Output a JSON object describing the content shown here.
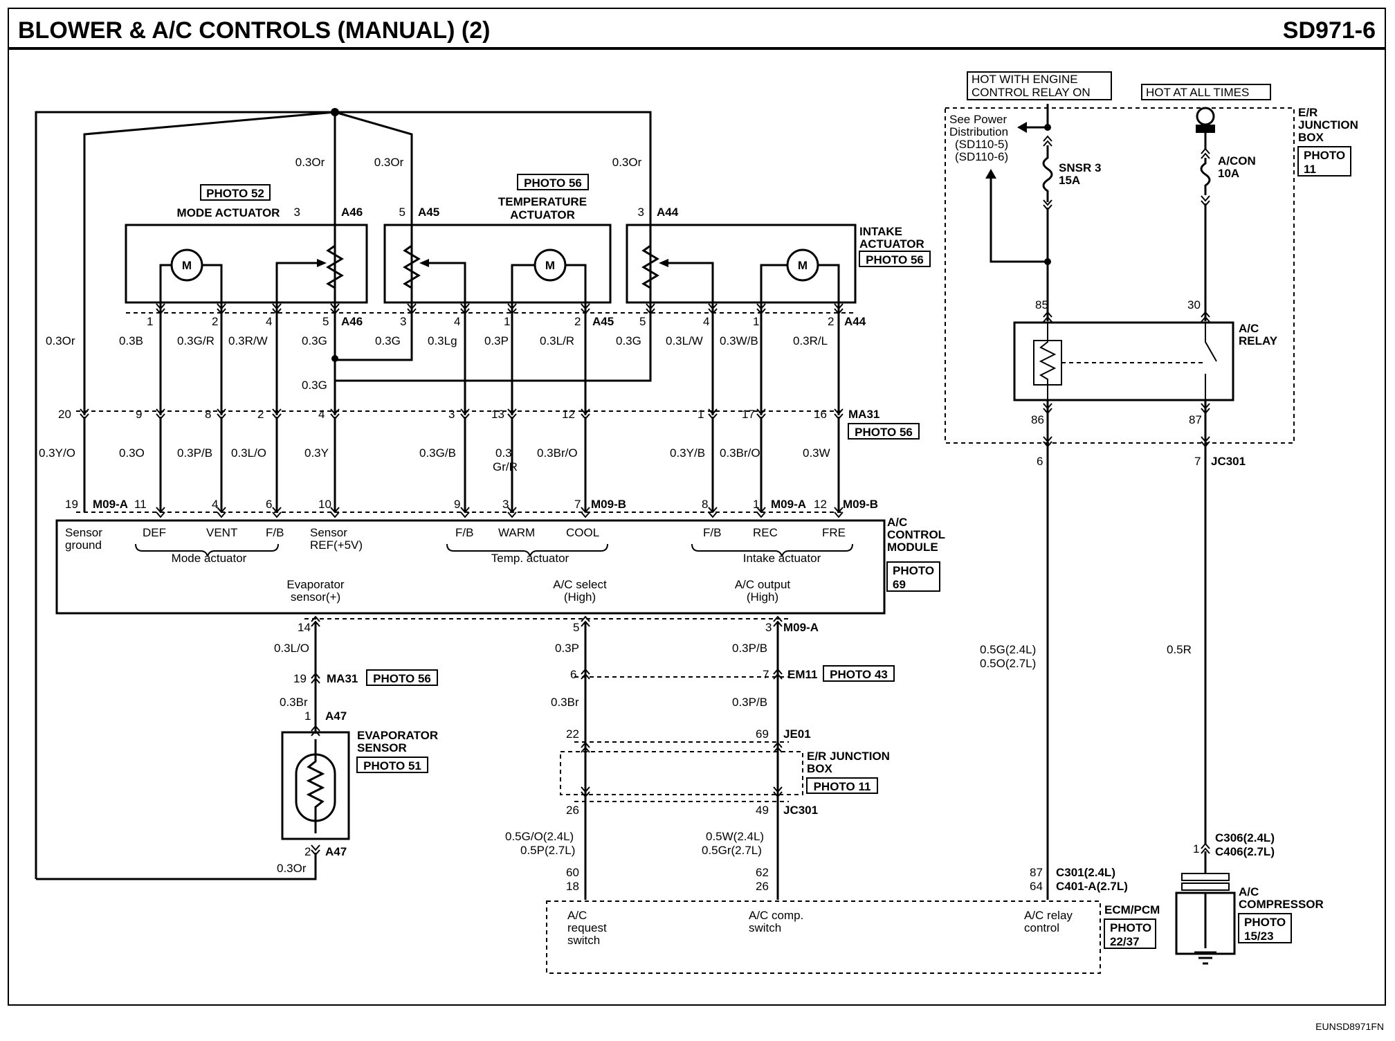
{
  "header": {
    "title": "BLOWER & A/C CONTROLS (MANUAL) (2)",
    "code": "SD971-6"
  },
  "footer": {
    "code": "EUNSD8971FN"
  },
  "power": {
    "hot_engine": "HOT WITH ENGINE CONTROL RELAY ON",
    "hot_engine_l1": "HOT WITH ENGINE",
    "hot_engine_l2": "CONTROL RELAY ON",
    "hot_all": "HOT AT ALL TIMES",
    "see_power": [
      "See Power",
      "Distribution",
      "(SD110-5)",
      "(SD110-6)"
    ],
    "fuse1_name": "SNSR 3",
    "fuse1_amp": "15A",
    "fuse2_name": "A/CON",
    "fuse2_amp": "10A",
    "er_box": [
      "E/R",
      "JUNCTION",
      "BOX"
    ],
    "er_photo": [
      "PHOTO",
      "11"
    ],
    "relay": [
      "A/C",
      "RELAY"
    ],
    "relay_pins": [
      "85",
      "30",
      "86",
      "87"
    ]
  },
  "components": {
    "mode": {
      "photo": "PHOTO 52",
      "name": "MODE ACTUATOR"
    },
    "temp": {
      "photo": "PHOTO 56",
      "name": [
        "TEMPERATURE",
        "ACTUATOR"
      ]
    },
    "intake": {
      "name": [
        "INTAKE",
        "ACTUATOR"
      ],
      "photo": "PHOTO 56"
    },
    "motor": "M",
    "acm": {
      "name": [
        "A/C",
        "CONTROL",
        "MODULE"
      ],
      "photo": [
        "PHOTO",
        "69"
      ]
    },
    "evap": {
      "name": [
        "EVAPORATOR",
        "SENSOR"
      ],
      "photo": "PHOTO 51"
    },
    "erjb2": {
      "name": [
        "E/R JUNCTION",
        "BOX"
      ],
      "photo": "PHOTO 11"
    },
    "ecm": {
      "name": "ECM/PCM",
      "photo": [
        "PHOTO",
        "22/37"
      ]
    },
    "compressor": {
      "name": [
        "A/C",
        "COMPRESSOR"
      ],
      "photo": [
        "PHOTO",
        "15/23"
      ]
    }
  },
  "connectors": {
    "A46": "A46",
    "A45": "A45",
    "A44": "A44",
    "MA31": "MA31",
    "M09A": "M09-A",
    "M09B": "M09-B",
    "EM11": "EM11",
    "JE01": "JE01",
    "JC301": "JC301",
    "A47": "A47",
    "ma31_photo": "PHOTO 56",
    "em11_photo": "PHOTO 43",
    "ma31b_photo": "PHOTO 56",
    "c301": "C301(2.4L)",
    "c401": "C401-A(2.7L)",
    "c306": "C306(2.4L)",
    "c406": "C406(2.7L)"
  },
  "acm_signals": {
    "sensor_ground": [
      "Sensor",
      "ground"
    ],
    "def": "DEF",
    "vent": "VENT",
    "fb": "F/B",
    "sensor_ref": [
      "Sensor",
      "REF(+5V)"
    ],
    "mode_group": "Mode actuator",
    "warm": "WARM",
    "cool": "COOL",
    "temp_group": "Temp. actuator",
    "rec": "REC",
    "fre": "FRE",
    "intake_group": "Intake actuator",
    "evap_sensor": [
      "Evaporator",
      "sensor(+)"
    ],
    "ac_select": [
      "A/C select",
      "(High)"
    ],
    "ac_output": [
      "A/C output",
      "(High)"
    ]
  },
  "ecm_signals": {
    "request": [
      "A/C",
      "request",
      "switch"
    ],
    "comp": [
      "A/C comp.",
      "switch"
    ],
    "relay": [
      "A/C relay",
      "control"
    ]
  },
  "wires": {
    "w_03Or": "0.3Or",
    "w_03B": "0.3B",
    "w_03GR": "0.3G/R",
    "w_03RW": "0.3R/W",
    "w_03G": "0.3G",
    "w_03Lg": "0.3Lg",
    "w_03P": "0.3P",
    "w_03LR": "0.3L/R",
    "w_03LW": "0.3L/W",
    "w_03WB": "0.3W/B",
    "w_03RL": "0.3R/L",
    "w_03YO": "0.3Y/O",
    "w_03O": "0.3O",
    "w_03PB": "0.3P/B",
    "w_03LO": "0.3L/O",
    "w_03Y": "0.3Y",
    "w_03GB": "0.3G/B",
    "w_03": "0.3",
    "w_GrR": "Gr/R",
    "w_03BrO": "0.3Br/O",
    "w_03YB": "0.3Y/B",
    "w_03W": "0.3W",
    "w_03Br": "0.3Br",
    "w_05G": "0.5G(2.4L)",
    "w_05O": "0.5O(2.7L)",
    "w_05R": "0.5R",
    "w_05GO": "0.5G/O(2.4L)",
    "w_05P": "0.5P(2.7L)",
    "w_05W": "0.5W(2.4L)",
    "w_05Gr": "0.5Gr(2.7L)"
  },
  "pins": {
    "p1": "1",
    "p2": "2",
    "p3": "3",
    "p4": "4",
    "p5": "5",
    "p6": "6",
    "p7": "7",
    "p8": "8",
    "p9": "9",
    "p10": "10",
    "p11": "11",
    "p12": "12",
    "p13": "13",
    "p14": "14",
    "p16": "16",
    "p17": "17",
    "p18": "18",
    "p19": "19",
    "p20": "20",
    "p22": "22",
    "p26": "26",
    "p49": "49",
    "p60": "60",
    "p62": "62",
    "p64": "64",
    "p69": "69",
    "p87": "87"
  }
}
